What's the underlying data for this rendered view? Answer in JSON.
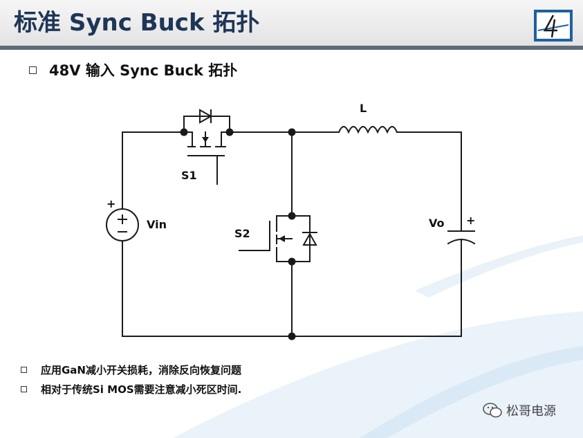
{
  "header": {
    "title": "标准 Sync Buck 拓扑"
  },
  "subtitle": "48V 输入 Sync Buck 拓扑",
  "circuit": {
    "labels": {
      "inductor": "L",
      "switch1": "S1",
      "switch2": "S2",
      "source": "Vin",
      "output": "Vo",
      "source_plus": "+",
      "cap_plus": "+"
    }
  },
  "notes": [
    "应用GaN减小开关损耗，消除反向恢复问题",
    "相对于传统Si MOS需要注意减小死区时间."
  ],
  "watermark": "松哥电源",
  "colors": {
    "title": "#1e3557",
    "logo_bg": "#1f5fa0",
    "header_line": "#5f6b77"
  }
}
